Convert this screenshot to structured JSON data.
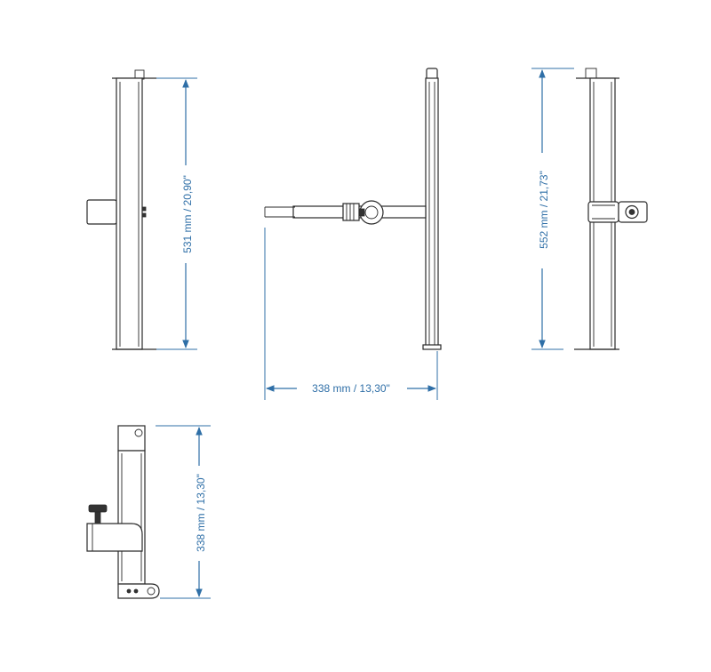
{
  "drawing": {
    "accent_color": "#2f6fa7",
    "line_color": "#2a2a2a",
    "dimensions": {
      "front_height": "531 mm / 20,90\"",
      "side_width": "338 mm / 13,30\"",
      "rear_height": "552 mm / 21,73\"",
      "bottom_height": "338 mm / 13,30\""
    }
  }
}
